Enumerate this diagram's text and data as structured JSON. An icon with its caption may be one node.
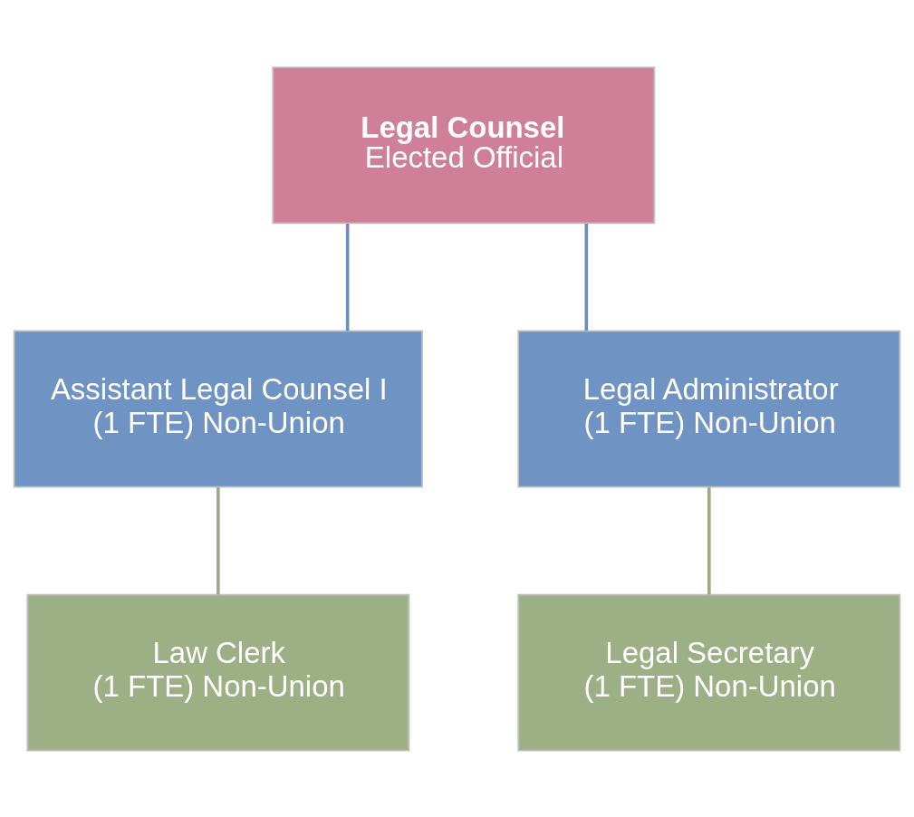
{
  "diagram": {
    "nodes": [
      {
        "text": [
          "Legal Counsel",
          "Elected Official"
        ]
      },
      {
        "text": [
          "Assistant Legal Counsel I",
          "(1 FTE) Non-Union"
        ]
      },
      {
        "text": [
          "Legal Administrator",
          "(1 FTE) Non-Union"
        ]
      },
      {
        "text": [
          "Law Clerk",
          "(1 FTE) Non-Union"
        ]
      },
      {
        "text": [
          "Legal Secretary",
          "(1 FTE) Non-Union"
        ]
      }
    ],
    "edges": [
      {
        "from": 0,
        "to": 1,
        "arrow": "none",
        "color": "#6f8fba"
      },
      {
        "from": 0,
        "to": 2,
        "arrow": "none",
        "color": "#6f8fba"
      },
      {
        "from": 1,
        "to": 3,
        "arrow": "none",
        "color": "#9aae84"
      },
      {
        "from": 2,
        "to": 4,
        "arrow": "none",
        "color": "#9aae84"
      }
    ]
  }
}
